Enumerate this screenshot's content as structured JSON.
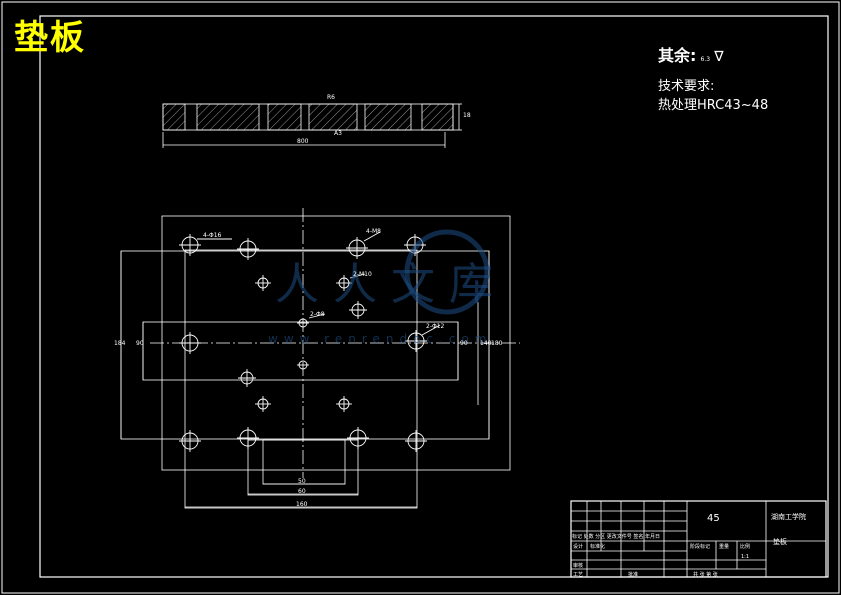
{
  "drawing": {
    "title": "垫板",
    "roughness_label": "其余:",
    "roughness_value": "6.3",
    "tech_req_label": "技术要求:",
    "heat_treatment": "热处理HRC43~48"
  },
  "dimensions": {
    "side_width": "800",
    "side_thickness": "18",
    "side_note_1": "R6",
    "side_note_2": "A3",
    "hole_4": "4-Φ16",
    "hole_m8": "4-M8",
    "hole_m10": "2-M10",
    "hole_pin": "2-Φ8",
    "hole_12": "2-Φ12",
    "bottom_1": "50",
    "bottom_2": "60",
    "bottom_3": "160",
    "left_1": "184",
    "left_2": "90",
    "right_1": "90",
    "right_2": "140",
    "right_3": "180"
  },
  "title_block": {
    "material": "45",
    "school": "湖南工学院",
    "part_name": "垫板",
    "scale": "1:1",
    "header_row": "标记 处数 分区 更改文件号 签名 年月日",
    "design": "设计",
    "standard": "标准化",
    "stage": "阶段标记",
    "weight": "重量",
    "ratio": "比例",
    "check": "审核",
    "craft": "工艺",
    "approve": "批准",
    "sheet": "共 张 第 张"
  },
  "watermark": {
    "text": "人人文库",
    "url": "www.renrendoc.com"
  }
}
